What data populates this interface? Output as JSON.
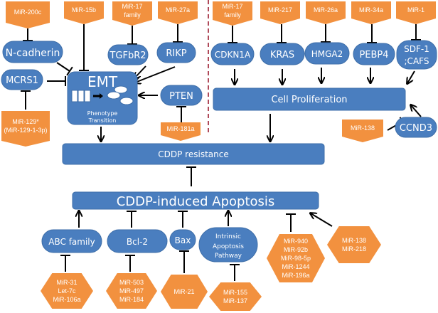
{
  "colors": {
    "blue": "#4a7ebf",
    "blue_stroke": "#3e6ea8",
    "orange": "#f2913f",
    "divider": "#b04a5a",
    "line": "#000000"
  },
  "mirna_pentagons": [
    {
      "id": "mir200c",
      "lines": [
        "MiR-200c"
      ]
    },
    {
      "id": "mir15b",
      "lines": [
        "MiR-15b"
      ]
    },
    {
      "id": "mir17a",
      "lines": [
        "MiR-17",
        "family"
      ]
    },
    {
      "id": "mir27a",
      "lines": [
        "MiR-27a"
      ]
    },
    {
      "id": "mir17b",
      "lines": [
        "MiR-17",
        "family"
      ]
    },
    {
      "id": "mir217",
      "lines": [
        "MiR-217"
      ]
    },
    {
      "id": "mir26a",
      "lines": [
        "MiR-26a"
      ]
    },
    {
      "id": "mir34a",
      "lines": [
        "MiR-34a"
      ]
    },
    {
      "id": "mir1",
      "lines": [
        "MiR-1"
      ]
    },
    {
      "id": "mir129",
      "lines": [
        "MiR-129*",
        "(MiR-129-1-3p)"
      ]
    },
    {
      "id": "mir181a",
      "lines": [
        "MiR-181a"
      ]
    },
    {
      "id": "mir138a",
      "lines": [
        "MiR-138"
      ]
    }
  ],
  "mirna_hexagons": [
    {
      "id": "hex_abc",
      "lines": [
        "MiR-31",
        "Let-7c",
        "MiR-106a"
      ]
    },
    {
      "id": "hex_bcl2",
      "lines": [
        "MiR-503",
        "MiR-497",
        "MiR-184"
      ]
    },
    {
      "id": "hex_bax",
      "lines": [
        "MiR-21"
      ]
    },
    {
      "id": "hex_intr",
      "lines": [
        "MiR-155",
        "MiR-137"
      ]
    },
    {
      "id": "hex_big",
      "lines": [
        "MiR-940",
        "MiR-92b",
        "MiR-98-5p",
        "MiR-1244",
        "MiR-196a"
      ]
    },
    {
      "id": "hex_138",
      "lines": [
        "MiR-138",
        "MiR-218"
      ]
    }
  ],
  "nodes": {
    "ncadherin": "N-cadherin",
    "tgfbr2": "TGFbR2",
    "rikp": "RIKP",
    "mcrs1": "MCRS1",
    "pten": "PTEN",
    "cdkn1a": "CDKN1A",
    "kras": "KRAS",
    "hmga2": "HMGA2",
    "pebp4": "PEBP4",
    "sdf1_l1": "SDF-1",
    "sdf1_l2": ";CAFS",
    "ccnd3": "CCND3",
    "abc": "ABC family",
    "bcl2": "Bcl-2",
    "bax": "Bax",
    "intr_l1": "Intrinsic",
    "intr_l2": "Apoptosis",
    "intr_l3": "Pathway"
  },
  "emt": {
    "title": "EMT",
    "sub1": "Phenotype",
    "sub2": "Transition"
  },
  "bars": {
    "cell_prolif": "Cell Proliferation",
    "cddp_res": "CDDP resistance",
    "cddp_apop": "CDDP-induced Apoptosis"
  }
}
